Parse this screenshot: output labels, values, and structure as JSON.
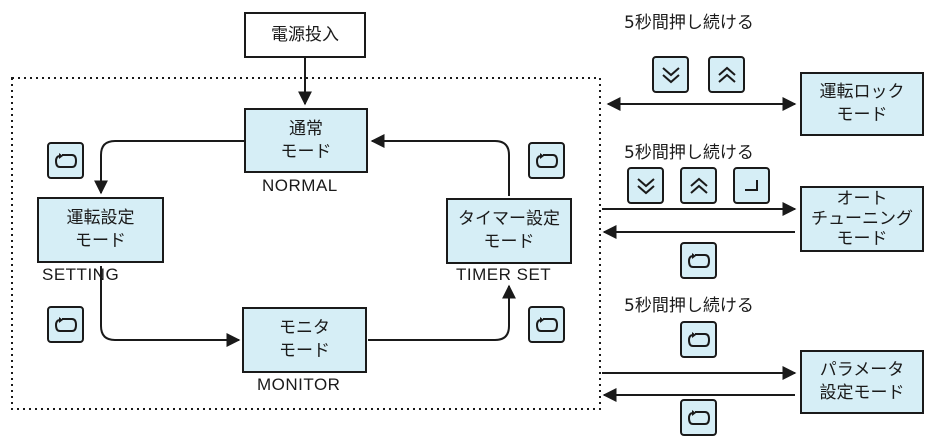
{
  "diagram": {
    "power_on": "電源投入",
    "modes": {
      "normal": {
        "line1": "通常",
        "line2": "モード",
        "sub": "NORMAL"
      },
      "setting": {
        "line1": "運転設定",
        "line2": "モード",
        "sub": "SETTING"
      },
      "monitor": {
        "line1": "モニタ",
        "line2": "モード",
        "sub": "MONITOR"
      },
      "timer": {
        "line1": "タイマー設定",
        "line2": "モード",
        "sub": "TIMER SET"
      }
    },
    "side_modes": {
      "lock": {
        "line1": "運転ロック",
        "line2": "モード"
      },
      "tuning": {
        "line1": "オート",
        "line2": "チューニング",
        "line3": "モード"
      },
      "param": {
        "line1": "パラメータ",
        "line2": "設定モード"
      }
    },
    "captions": {
      "hold_lock": "5秒間押し続ける",
      "hold_tuning": "5秒間押し続ける",
      "hold_param": "5秒間押し続ける"
    },
    "icons": {
      "cycle": "cycle-key-icon",
      "down": "double-chevron-down-icon",
      "up": "double-chevron-up-icon",
      "enter": "enter-key-icon"
    }
  }
}
